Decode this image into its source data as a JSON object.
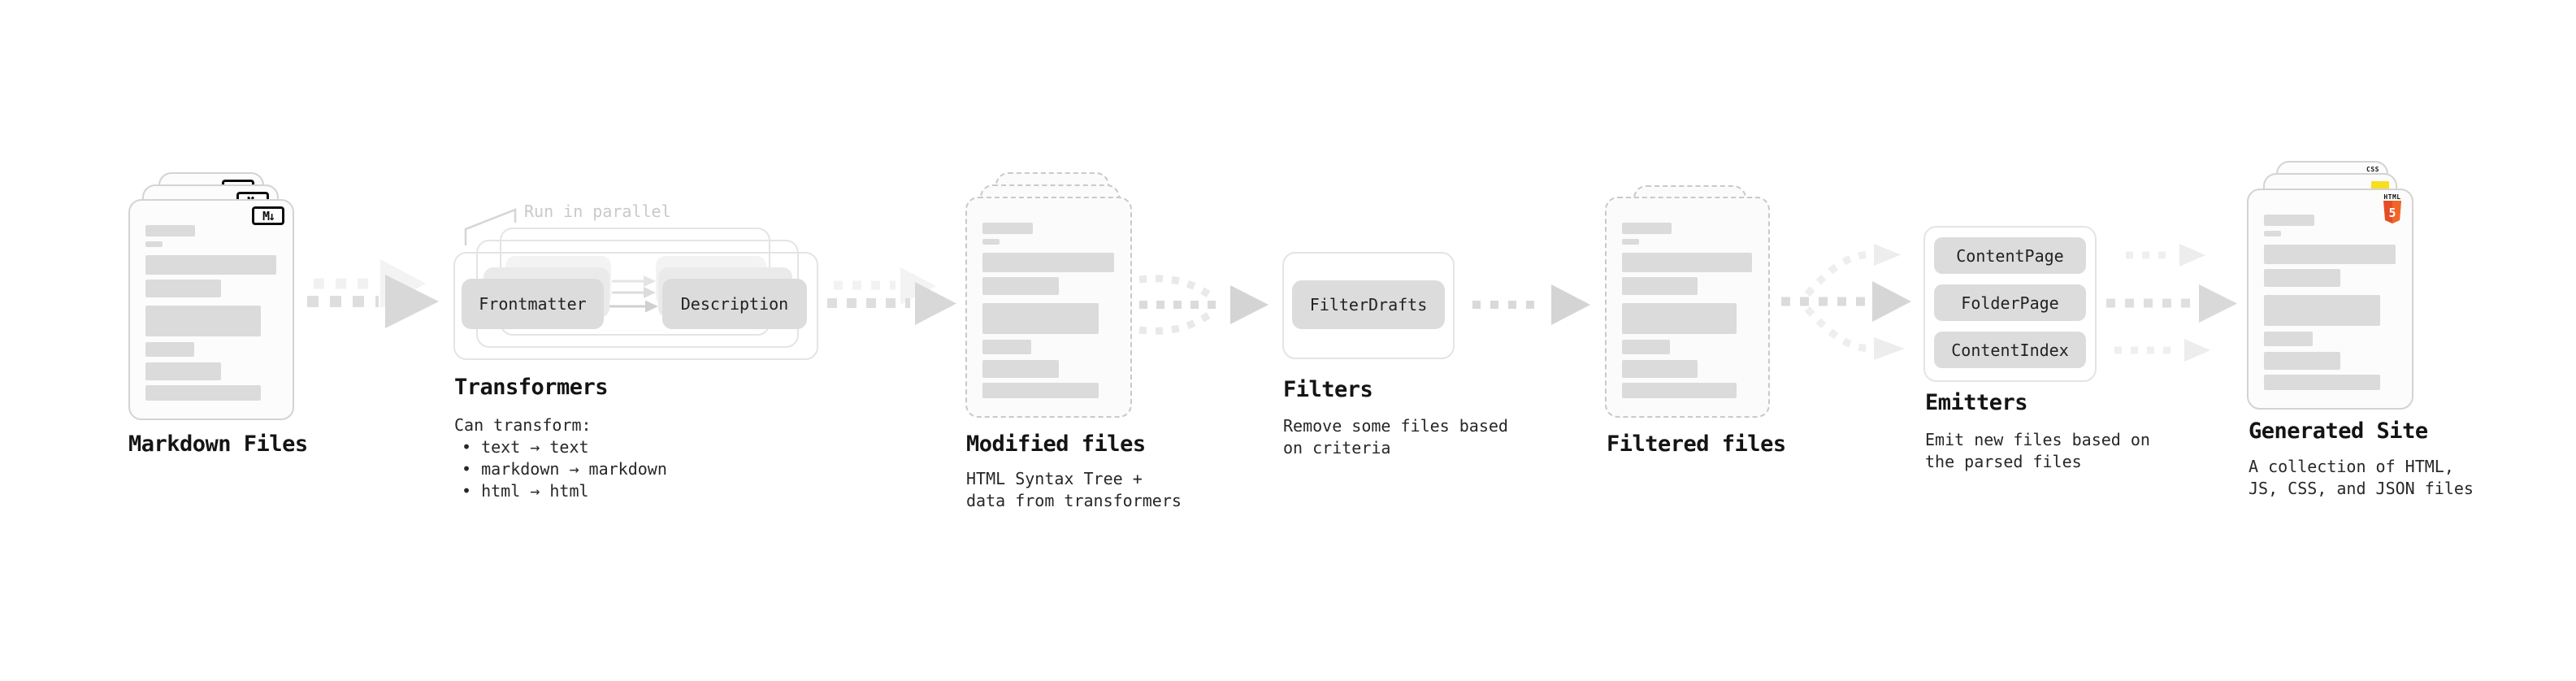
{
  "colors": {
    "html5_shield_dark": "#e44d26",
    "html5_shield_light": "#f16529",
    "js_yellow": "#f7df1e",
    "css_blue": "#2965f1"
  },
  "markdown_files": {
    "label": "Markdown Files",
    "badge": "M↓"
  },
  "transformers": {
    "annotation": "Run in parallel",
    "box_frontmatter": "Frontmatter",
    "box_description": "Description",
    "heading": "Transformers",
    "description_intro": "Can transform:",
    "bullets": [
      "• text → text",
      "• markdown → markdown",
      "• html → html"
    ]
  },
  "modified_files": {
    "heading": "Modified files",
    "description_line1": "HTML Syntax Tree +",
    "description_line2": "data from transformers"
  },
  "filters": {
    "heading": "Filters",
    "box_filterdrafts": "FilterDrafts",
    "description_line1": "Remove some files based",
    "description_line2": "on criteria"
  },
  "filtered_files": {
    "heading": "Filtered files"
  },
  "emitters": {
    "heading": "Emitters",
    "boxes": [
      "ContentPage",
      "FolderPage",
      "ContentIndex"
    ],
    "description_line1": "Emit new files based on",
    "description_line2": "the parsed files"
  },
  "generated_site": {
    "heading": "Generated Site",
    "description_line1": "A collection of HTML,",
    "description_line2": "JS, CSS, and JSON files",
    "badge_html_label": "HTML",
    "badge_html_number": "5",
    "badge_css_label": "CSS"
  }
}
